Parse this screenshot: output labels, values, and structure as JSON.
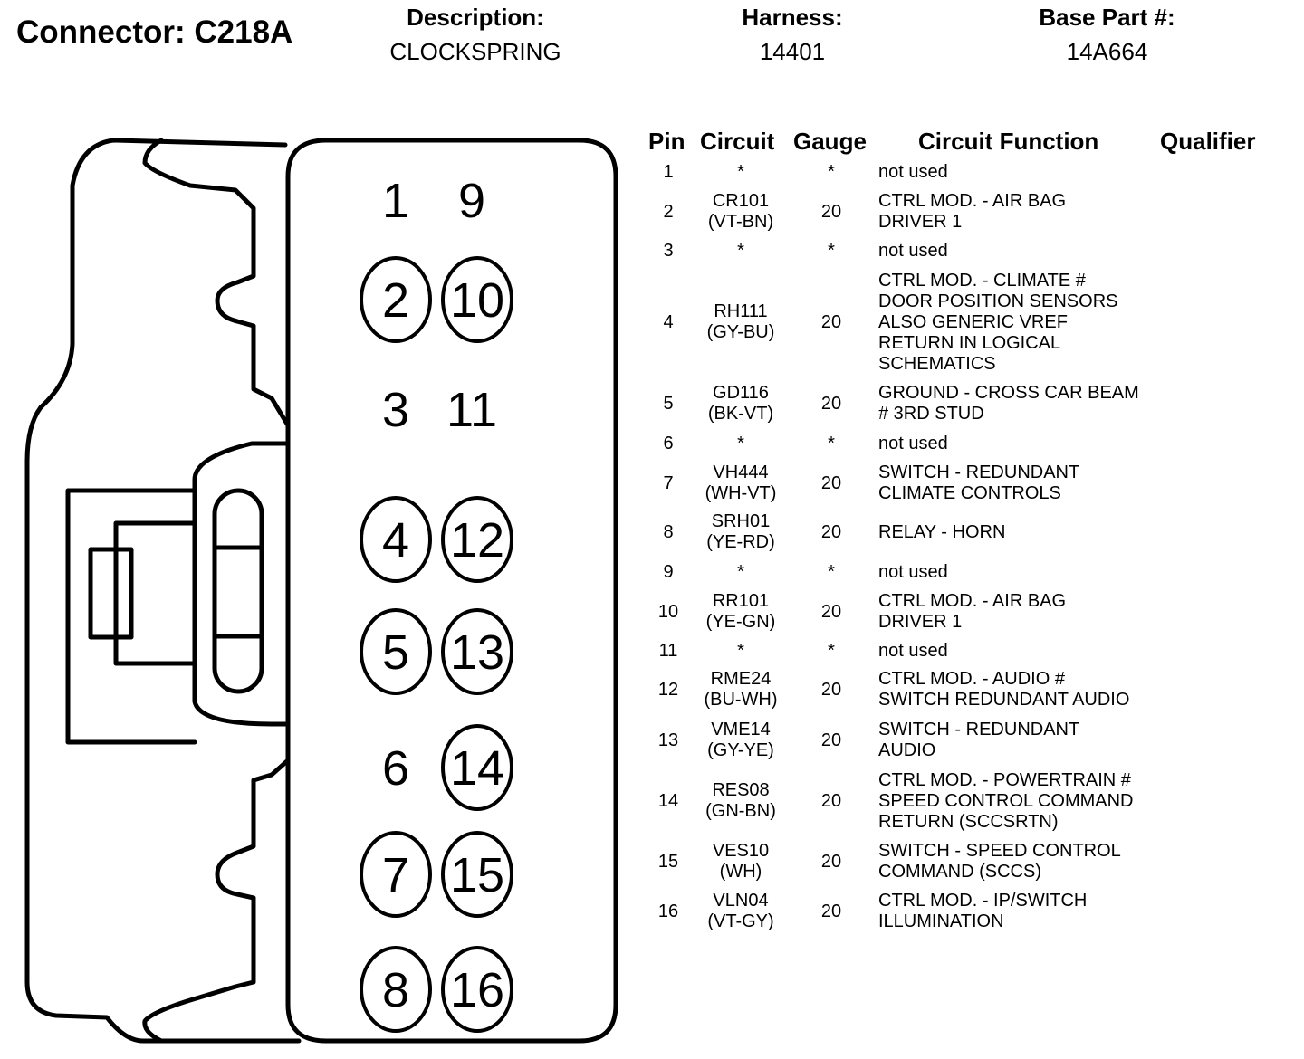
{
  "header": {
    "connector_title": "Connector: C218A",
    "description_label": "Description:",
    "description_value": "CLOCKSPRING",
    "harness_label": "Harness:",
    "harness_value": "14401",
    "base_part_label": "Base Part #:",
    "base_part_value": "14A664"
  },
  "diagram": {
    "pin_labels": [
      "1",
      "9",
      "2",
      "10",
      "3",
      "11",
      "4",
      "12",
      "5",
      "13",
      "6",
      "14",
      "7",
      "15",
      "8",
      "16"
    ]
  },
  "table": {
    "headers": {
      "pin": "Pin",
      "circuit": "Circuit",
      "gauge": "Gauge",
      "function": "Circuit Function",
      "qualifier": "Qualifier"
    },
    "rows": [
      {
        "pin": "1",
        "circuit": [
          "*"
        ],
        "gauge": "*",
        "function": [
          "not used"
        ],
        "qualifier": ""
      },
      {
        "pin": "2",
        "circuit": [
          "CR101",
          "(VT-BN)"
        ],
        "gauge": "20",
        "function": [
          "CTRL MOD. - AIR BAG",
          "DRIVER 1"
        ],
        "qualifier": ""
      },
      {
        "pin": "3",
        "circuit": [
          "*"
        ],
        "gauge": "*",
        "function": [
          "not used"
        ],
        "qualifier": ""
      },
      {
        "pin": "4",
        "circuit": [
          "RH111",
          "(GY-BU)"
        ],
        "gauge": "20",
        "function": [
          "CTRL MOD. - CLIMATE #",
          "DOOR POSITION SENSORS",
          "ALSO GENERIC VREF",
          "RETURN IN LOGICAL",
          "SCHEMATICS"
        ],
        "qualifier": ""
      },
      {
        "pin": "5",
        "circuit": [
          "GD116",
          "(BK-VT)"
        ],
        "gauge": "20",
        "function": [
          "GROUND - CROSS CAR BEAM",
          "# 3RD STUD"
        ],
        "qualifier": ""
      },
      {
        "pin": "6",
        "circuit": [
          "*"
        ],
        "gauge": "*",
        "function": [
          "not used"
        ],
        "qualifier": ""
      },
      {
        "pin": "7",
        "circuit": [
          "VH444",
          "(WH-VT)"
        ],
        "gauge": "20",
        "function": [
          "SWITCH - REDUNDANT",
          "CLIMATE CONTROLS"
        ],
        "qualifier": ""
      },
      {
        "pin": "8",
        "circuit": [
          "SRH01",
          "(YE-RD)"
        ],
        "gauge": "20",
        "function": [
          "RELAY - HORN"
        ],
        "qualifier": ""
      },
      {
        "pin": "9",
        "circuit": [
          "*"
        ],
        "gauge": "*",
        "function": [
          "not used"
        ],
        "qualifier": ""
      },
      {
        "pin": "10",
        "circuit": [
          "RR101",
          "(YE-GN)"
        ],
        "gauge": "20",
        "function": [
          "CTRL MOD. - AIR BAG",
          "DRIVER 1"
        ],
        "qualifier": ""
      },
      {
        "pin": "11",
        "circuit": [
          "*"
        ],
        "gauge": "*",
        "function": [
          "not used"
        ],
        "qualifier": ""
      },
      {
        "pin": "12",
        "circuit": [
          "RME24",
          "(BU-WH)"
        ],
        "gauge": "20",
        "function": [
          "CTRL MOD. - AUDIO #",
          "SWITCH REDUNDANT AUDIO"
        ],
        "qualifier": ""
      },
      {
        "pin": "13",
        "circuit": [
          "VME14",
          "(GY-YE)"
        ],
        "gauge": "20",
        "function": [
          "SWITCH - REDUNDANT",
          "AUDIO"
        ],
        "qualifier": ""
      },
      {
        "pin": "14",
        "circuit": [
          "RES08",
          "(GN-BN)"
        ],
        "gauge": "20",
        "function": [
          "CTRL MOD. - POWERTRAIN #",
          "SPEED CONTROL COMMAND",
          "RETURN (SCCSRTN)"
        ],
        "qualifier": ""
      },
      {
        "pin": "15",
        "circuit": [
          "VES10",
          "(WH)"
        ],
        "gauge": "20",
        "function": [
          "SWITCH - SPEED CONTROL",
          "COMMAND (SCCS)"
        ],
        "qualifier": ""
      },
      {
        "pin": "16",
        "circuit": [
          "VLN04",
          "(VT-GY)"
        ],
        "gauge": "20",
        "function": [
          "CTRL MOD. - IP/SWITCH",
          "ILLUMINATION"
        ],
        "qualifier": ""
      }
    ]
  }
}
